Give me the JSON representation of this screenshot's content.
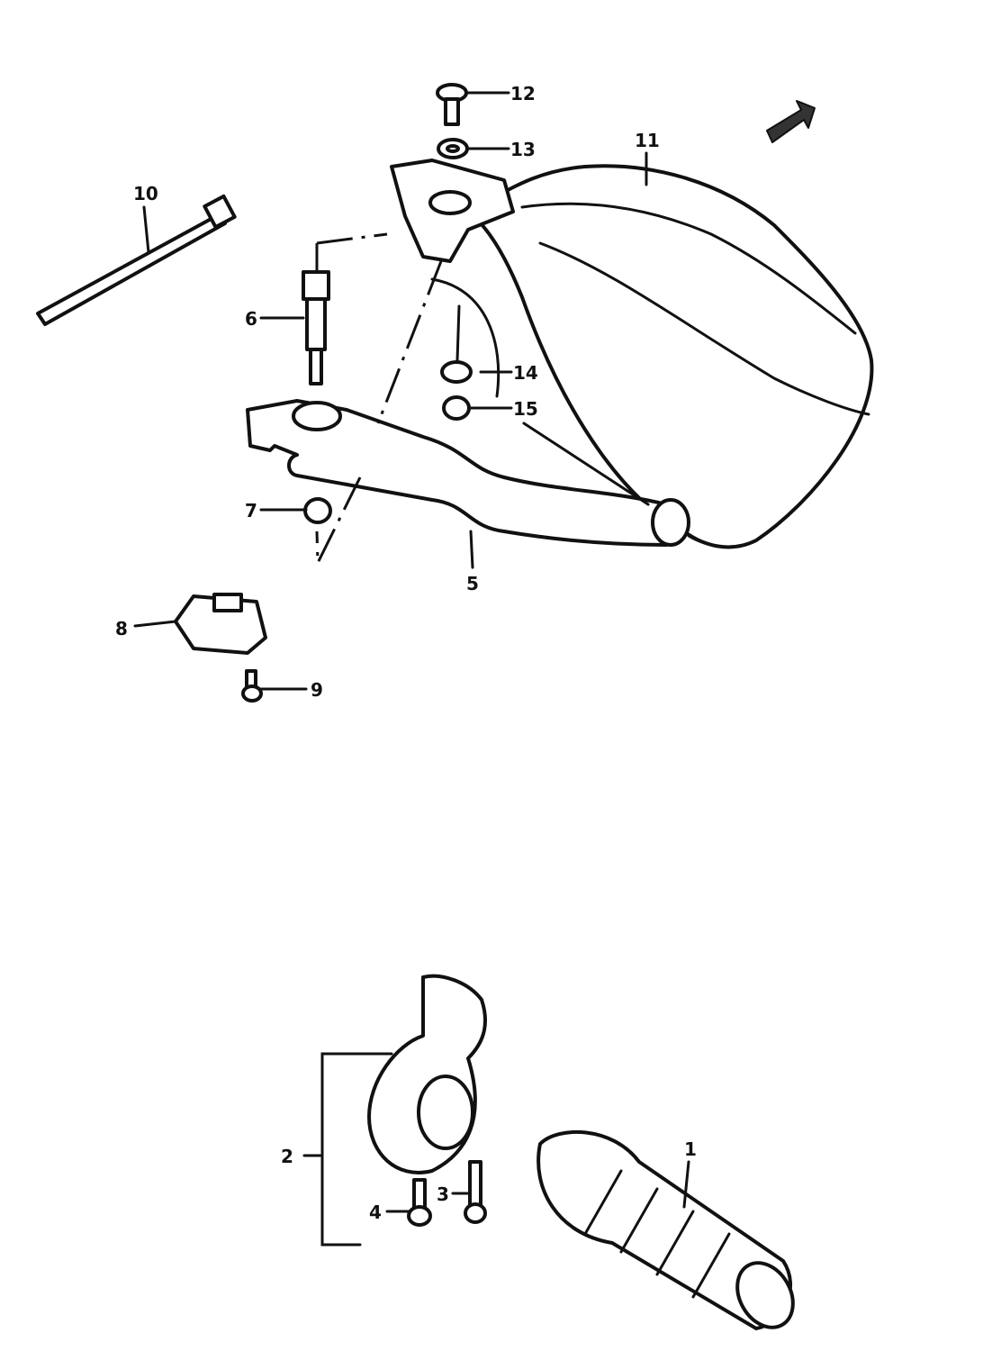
{
  "diagram": {
    "type": "exploded-parts-diagram",
    "callouts": [
      {
        "id": "1",
        "label": "1"
      },
      {
        "id": "2",
        "label": "2"
      },
      {
        "id": "3",
        "label": "3"
      },
      {
        "id": "4",
        "label": "4"
      },
      {
        "id": "5",
        "label": "5"
      },
      {
        "id": "6",
        "label": "6"
      },
      {
        "id": "7",
        "label": "7"
      },
      {
        "id": "8",
        "label": "8"
      },
      {
        "id": "9",
        "label": "9"
      },
      {
        "id": "10",
        "label": "10"
      },
      {
        "id": "11",
        "label": "11"
      },
      {
        "id": "12",
        "label": "12"
      },
      {
        "id": "13",
        "label": "13"
      },
      {
        "id": "14",
        "label": "14"
      },
      {
        "id": "15",
        "label": "15"
      }
    ],
    "icons": [
      "front-arrow-icon"
    ]
  }
}
